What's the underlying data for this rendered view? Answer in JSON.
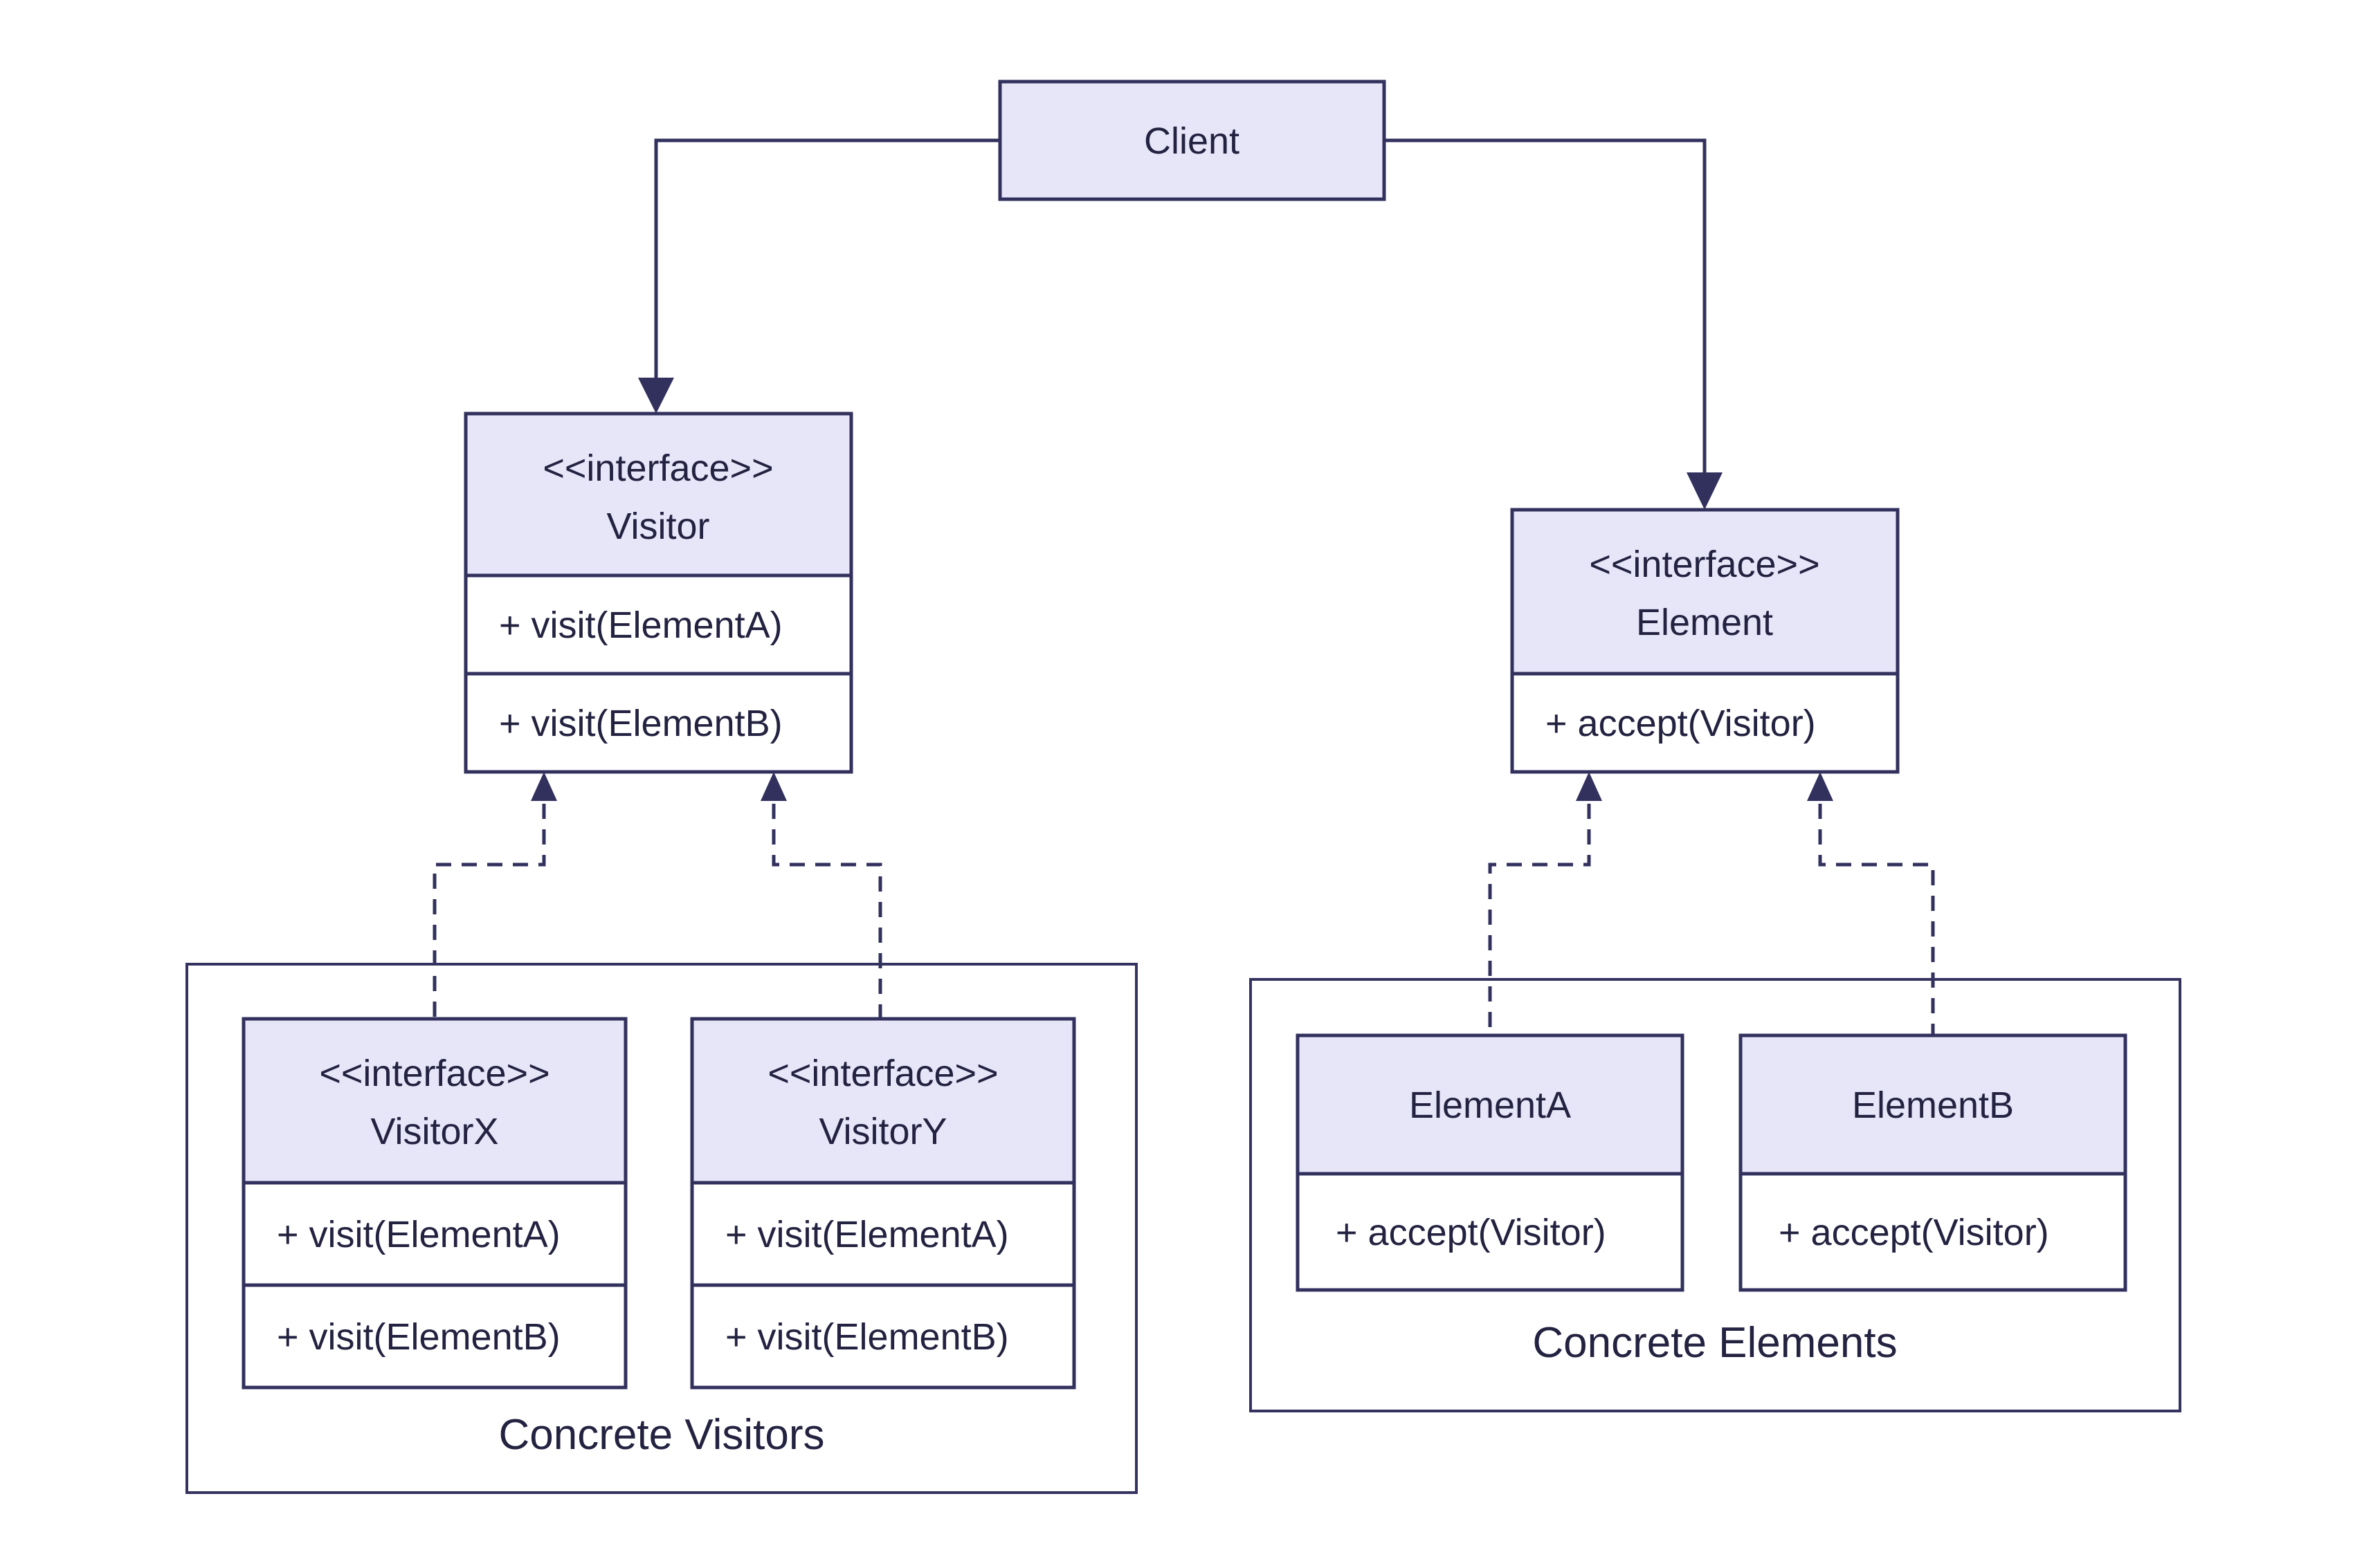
{
  "diagram_title": "Visitor pattern UML class diagram",
  "colors": {
    "background": "#ffffff",
    "box_header_fill": "#e7e5f8",
    "box_body_fill": "#ffffff",
    "border": "#32315e",
    "line": "#32315e",
    "text": "#232240"
  },
  "client": {
    "label": "Client"
  },
  "interfaces": {
    "visitor": {
      "stereotype": "<<interface>>",
      "name": "Visitor",
      "methods": [
        "+ visit(ElementA)",
        "+ visit(ElementB)"
      ]
    },
    "element": {
      "stereotype": "<<interface>>",
      "name": "Element",
      "methods": [
        "+ accept(Visitor)"
      ]
    }
  },
  "groups": {
    "concrete_visitors": {
      "label": "Concrete Visitors",
      "classes": [
        {
          "stereotype": "<<interface>>",
          "name": "VisitorX",
          "methods": [
            "+ visit(ElementA)",
            "+ visit(ElementB)"
          ]
        },
        {
          "stereotype": "<<interface>>",
          "name": "VisitorY",
          "methods": [
            "+ visit(ElementA)",
            "+ visit(ElementB)"
          ]
        }
      ]
    },
    "concrete_elements": {
      "label": "Concrete Elements",
      "classes": [
        {
          "name": "ElementA",
          "methods": [
            "+ accept(Visitor)"
          ]
        },
        {
          "name": "ElementB",
          "methods": [
            "+ accept(Visitor)"
          ]
        }
      ]
    }
  }
}
